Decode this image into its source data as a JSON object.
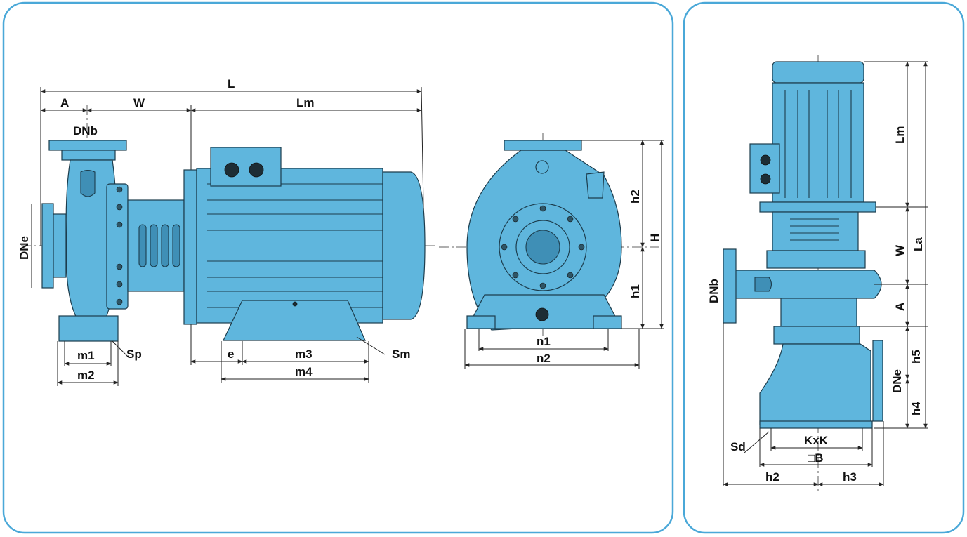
{
  "colors": {
    "panel_border": "#4aa8d8",
    "pump_body": "#5fb6dd",
    "pump_shadow": "#3f8fb6",
    "outline": "#1c3c4c"
  },
  "horizontal_side_view": {
    "L": "L",
    "A": "A",
    "W": "W",
    "Lm": "Lm",
    "DNb": "DNb",
    "DNe": "DNe",
    "m1": "m1",
    "m2": "m2",
    "Sp": "Sp",
    "e": "e",
    "m3": "m3",
    "m4": "m4",
    "Sm": "Sm"
  },
  "horizontal_front_view": {
    "h2": "h2",
    "H": "H",
    "h1": "h1",
    "n1": "n1",
    "n2": "n2"
  },
  "vertical_view": {
    "Lm": "Lm",
    "W": "W",
    "La": "La",
    "A": "A",
    "DNb": "DNb",
    "h5": "h5",
    "DNe": "DNe",
    "h4": "h4",
    "Sd": "Sd",
    "KxK": "KxK",
    "B": "□B",
    "h2": "h2",
    "h3": "h3"
  }
}
